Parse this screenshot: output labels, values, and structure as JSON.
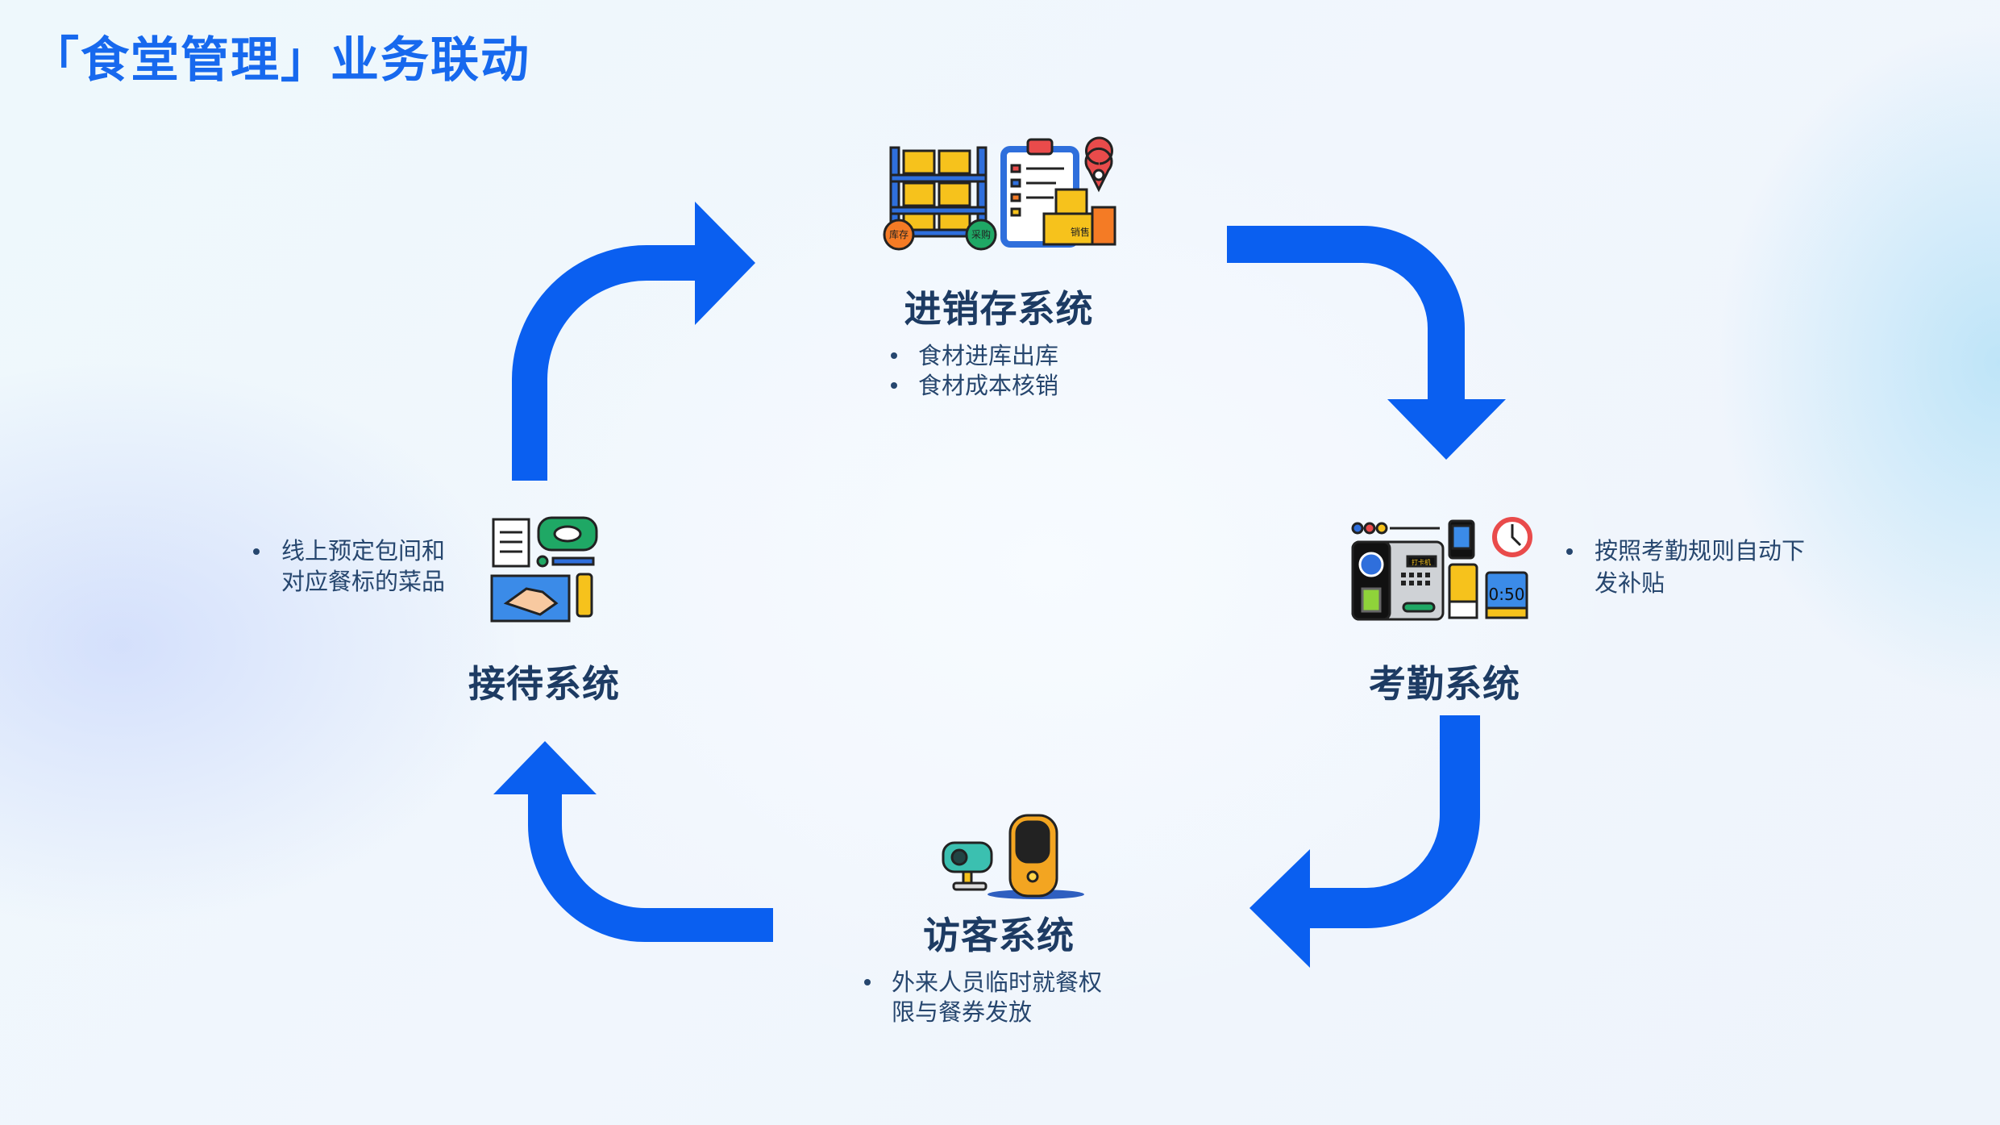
{
  "title": "「食堂管理」业务联动",
  "colors": {
    "accent": "#1769ee",
    "arrow": "#0a5ff0",
    "heading": "#1d3b63"
  },
  "systems": {
    "inventory": {
      "name": "进销存系统",
      "bullets": [
        "食材进库出库",
        "食材成本核销"
      ],
      "icon": "warehouse-inventory-icon",
      "icon_labels": [
        "库存",
        "采购",
        "销售"
      ]
    },
    "attendance": {
      "name": "考勤系统",
      "bullets": [
        "按照考勤规则自动下",
        "发补贴"
      ],
      "icon": "time-clock-icon",
      "icon_labels": [
        "打卡机",
        "0:50"
      ]
    },
    "visitor": {
      "name": "访客系统",
      "bullets": [
        "外来人员临时就餐权",
        "限与餐券发放"
      ],
      "icon": "visitor-terminal-icon"
    },
    "reception": {
      "name": "接待系统",
      "bullets": [
        "线上预定包间和",
        "对应餐标的菜品"
      ],
      "icon": "reception-handshake-icon"
    }
  }
}
